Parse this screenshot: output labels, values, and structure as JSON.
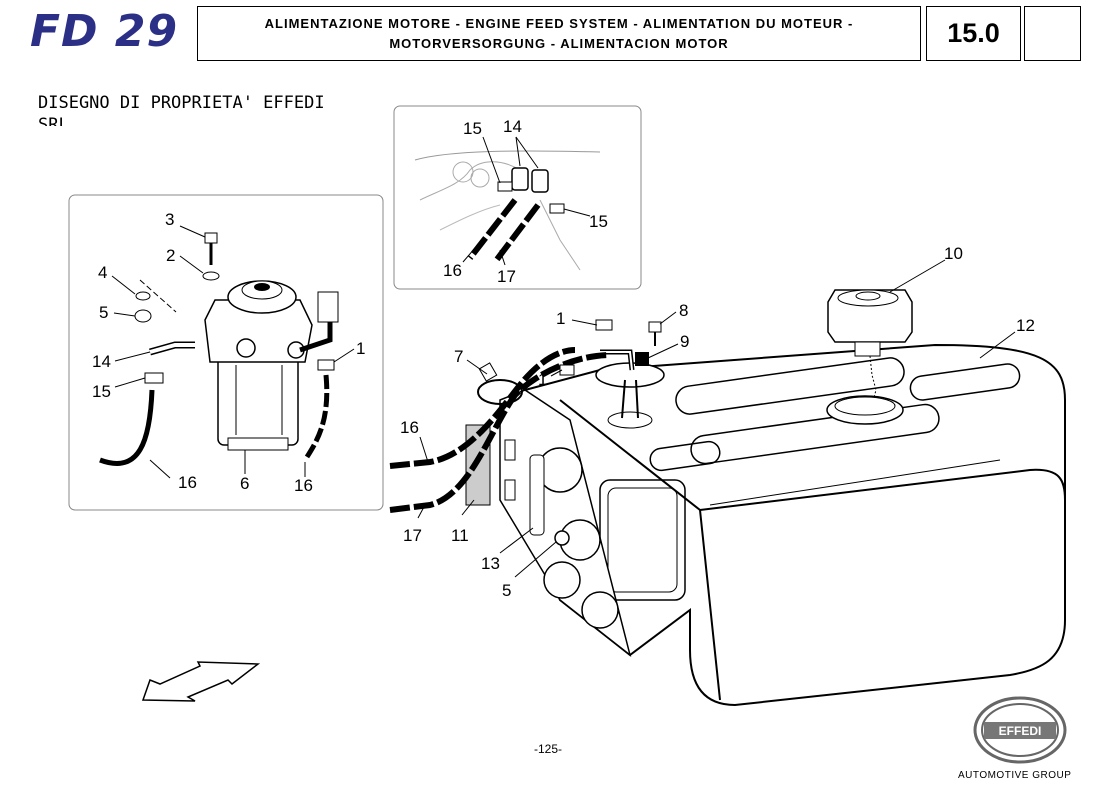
{
  "header": {
    "model": "FD 29",
    "title_line1": "ALIMENTAZIONE MOTORE - ENGINE FEED SYSTEM - ALIMENTATION DU MOTEUR -",
    "title_line2": "MOTORVERSORGUNG - ALIMENTACION MOTOR",
    "section": "15.0"
  },
  "property_notice": "DISEGNO DI PROPRIETA' EFFEDI SRL",
  "callouts": {
    "filter_panel": [
      "3",
      "2",
      "4",
      "5",
      "14",
      "15",
      "16",
      "6",
      "16",
      "1"
    ],
    "inset_panel": [
      "15",
      "14",
      "15",
      "16",
      "17"
    ],
    "tank": [
      "1",
      "8",
      "9",
      "7",
      "1",
      "10",
      "12",
      "16",
      "17",
      "11",
      "13",
      "5"
    ]
  },
  "footer": {
    "page": "-125-",
    "logo_text": "EFFEDI",
    "brand_tagline": "AUTOMOTIVE GROUP"
  }
}
